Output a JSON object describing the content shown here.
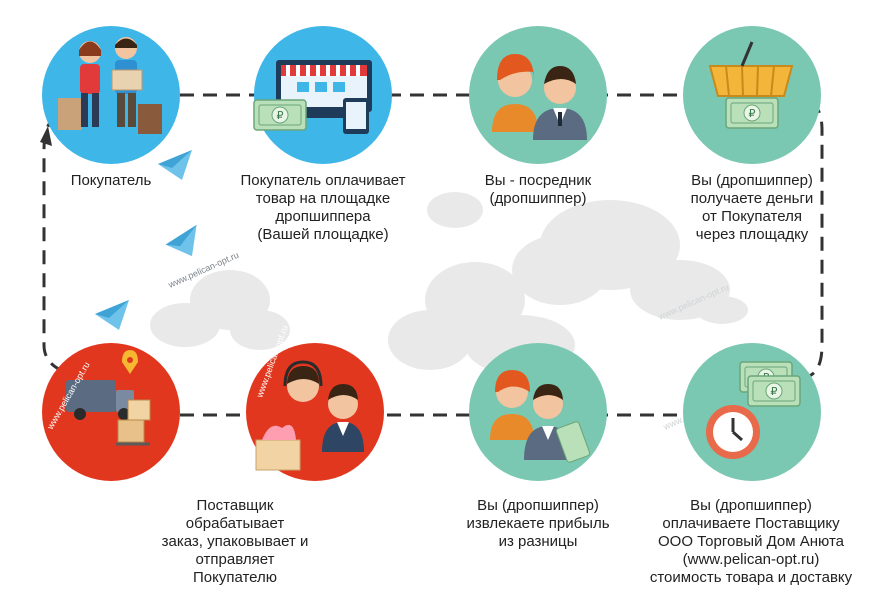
{
  "colors": {
    "teal": "#7ac7b2",
    "blue": "#3fb6e8",
    "red": "#e2371f",
    "dashed_line": "#333333",
    "money": "#b9e0b8"
  },
  "watermark": "www.pelican-opt.ru",
  "steps": {
    "buyer": {
      "label": "Покупатель",
      "icon": "buyer-couple-icon"
    },
    "pays": {
      "label": "Покупатель оплачивает\nтовар на площадке\nдропшиппера\n(Вашей площадке)",
      "icon": "online-shop-icon"
    },
    "middleman": {
      "label": "Вы - посредник\n(дропшиппер)",
      "icon": "two-people-icon"
    },
    "receive": {
      "label": "Вы (дропшиппер)\nполучаете деньги\nот Покупателя\nчерез площадку",
      "icon": "basket-money-icon"
    },
    "supplier": {
      "label": "Поставщик\nобрабатывает\nзаказ, упаковывает и\nотправляет\nПокупателю",
      "icon": "delivery-truck-icon"
    },
    "call": {
      "label": "",
      "icon": "operator-and-package-icon"
    },
    "profit": {
      "label": "Вы (дропшиппер)\nизвлекаете прибыль\nиз разницы",
      "icon": "profit-people-icon"
    },
    "pay_supplier": {
      "label": "Вы (дропшиппер)\nоплачиваете Поставщику\nООО Торговый Дом Анюта\n(www.pelican-opt.ru)\nстоимость товара и доставку",
      "icon": "clock-money-icon"
    }
  }
}
